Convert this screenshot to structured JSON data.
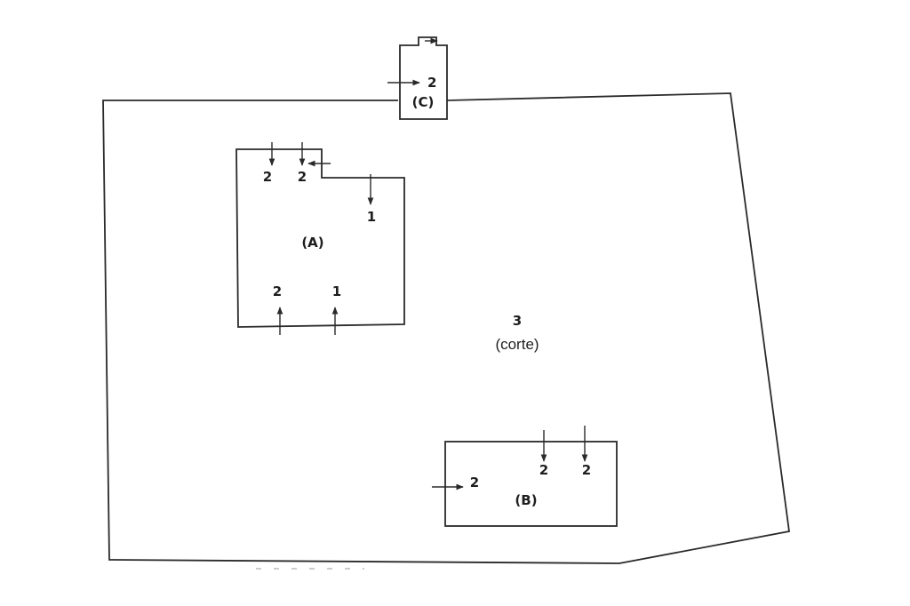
{
  "colors": {
    "ink": "#2a2a2a",
    "paper": "#ffffff"
  },
  "building_a": {
    "label": "(A)",
    "entry_top_left": "2",
    "entry_top_mid": "2",
    "entry_top_right": "1",
    "entry_bottom_left": "2",
    "entry_bottom_right": "1"
  },
  "building_b": {
    "label": "(B)",
    "entry_left": "2",
    "entry_top_left": "2",
    "entry_top_right": "2"
  },
  "building_c": {
    "label": "(C)",
    "entry_left": "2"
  },
  "courtyard": {
    "number": "3",
    "label": "(corte)"
  }
}
